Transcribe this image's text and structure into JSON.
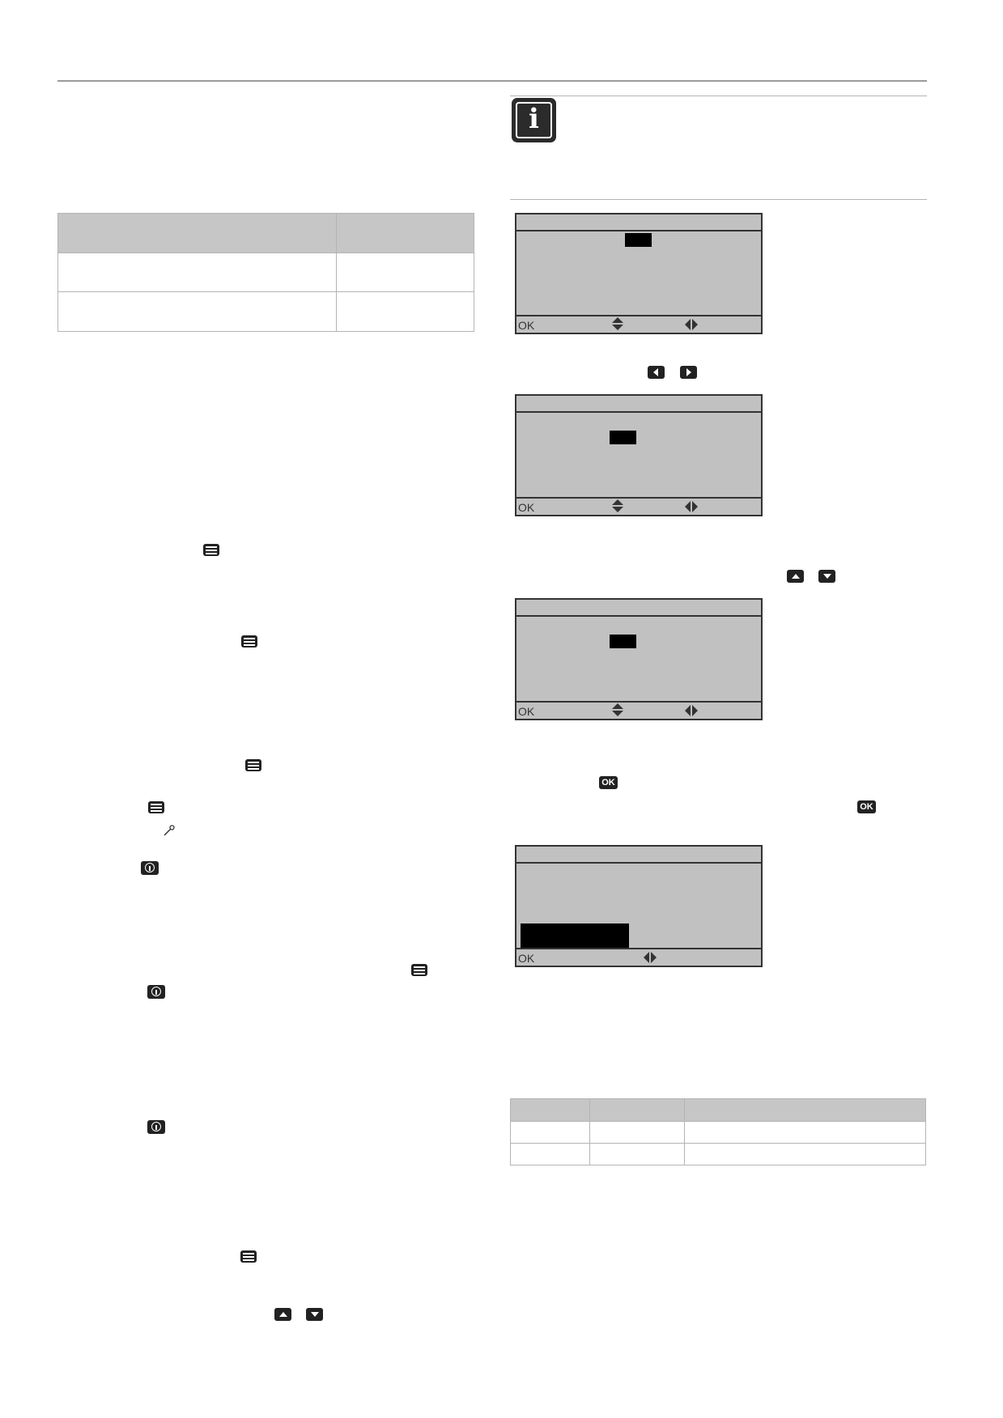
{
  "lcd_screens": [
    {
      "ok_label": "OK"
    },
    {
      "ok_label": "OK"
    },
    {
      "ok_label": "OK"
    },
    {
      "ok_label": "OK"
    }
  ],
  "ok_key_label": "OK",
  "info_glyph": "i",
  "icons": [
    "menu-icon",
    "info-icon",
    "wrench-icon",
    "up-key-icon",
    "down-key-icon",
    "left-key-icon",
    "right-key-icon",
    "ok-key-icon"
  ]
}
